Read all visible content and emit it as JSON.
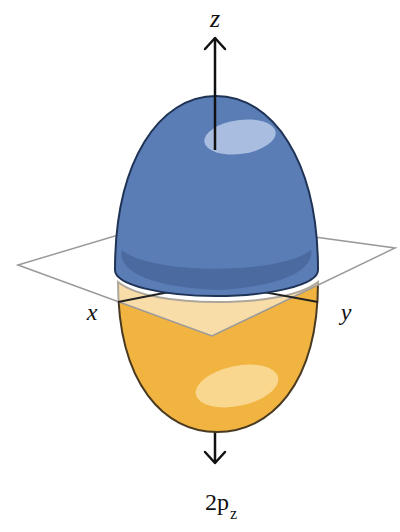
{
  "diagram": {
    "labels": [
      "z",
      "x",
      "y",
      "2p",
      "z"
    ]
  }
}
